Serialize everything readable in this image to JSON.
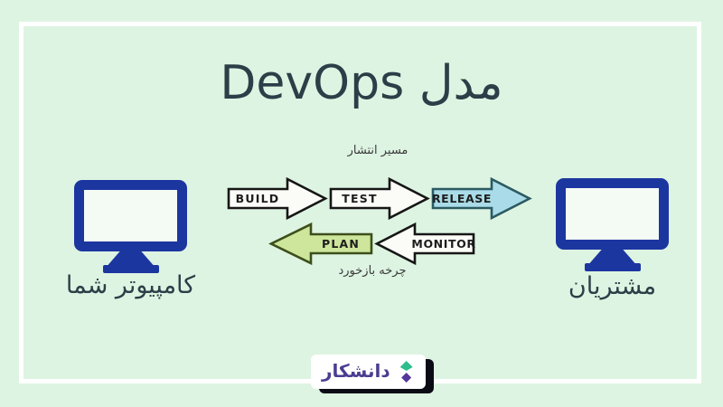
{
  "title": "مدل DevOps",
  "pipeline": {
    "forward_path_label": "مسیر انتشار",
    "feedback_loop_label": "چرخه بازخورد",
    "forward_steps": [
      "BUILD",
      "TEST",
      "RELEASE"
    ],
    "feedback_steps": [
      "MONITOR",
      "PLAN"
    ]
  },
  "nodes": {
    "left": {
      "label": "کامپیوتر شما"
    },
    "right": {
      "label": "مشتریان"
    }
  },
  "logo": {
    "brand": "دانشکار"
  },
  "colors": {
    "background": "#def4e2",
    "frame": "#ffffff",
    "title_text": "#2c3f48",
    "monitor_blue": "#1c36a0",
    "arrow_white_fill": "#fbfcf7",
    "arrow_outline": "#161616",
    "release_fill": "#a9dbe8",
    "release_outline": "#2c5a62",
    "plan_fill": "#cde69c",
    "plan_outline": "#3c4e1a",
    "brand_purple": "#4a3d91",
    "brand_green": "#2ebd8d"
  }
}
